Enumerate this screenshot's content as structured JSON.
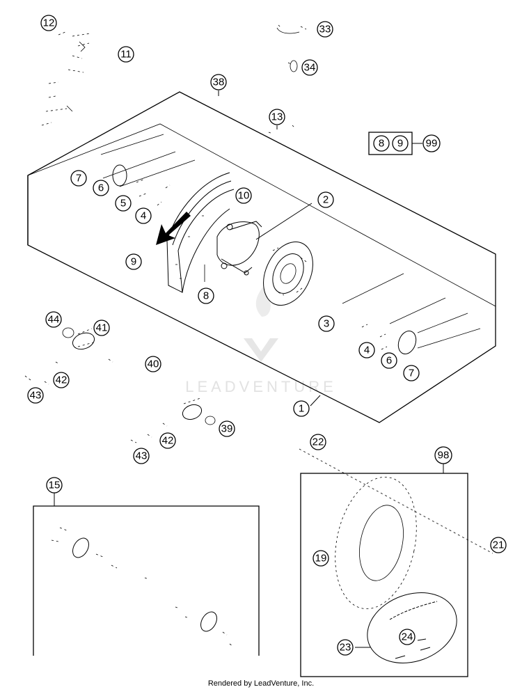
{
  "callouts": {
    "c1": "1",
    "c2": "2",
    "c3": "3",
    "c4a": "4",
    "c4b": "4",
    "c5": "5",
    "c6a": "6",
    "c6b": "6",
    "c7a": "7",
    "c7b": "7",
    "c8a": "8",
    "c8b": "8",
    "c9a": "9",
    "c9b": "9",
    "c10": "10",
    "c11": "11",
    "c12": "12",
    "c13": "13",
    "c15": "15",
    "c19": "19",
    "c21": "21",
    "c22": "22",
    "c23": "23",
    "c24": "24",
    "c33": "33",
    "c34": "34",
    "c38": "38",
    "c39": "39",
    "c40": "40",
    "c41": "41",
    "c42a": "42",
    "c42b": "42",
    "c43a": "43",
    "c43b": "43",
    "c44": "44",
    "c98": "98",
    "c99": "99"
  },
  "watermark": "LEADVENTURE",
  "footer": "Rendered by LeadVenture, Inc.",
  "colors": {
    "line": "#000000",
    "background": "#ffffff",
    "watermark": "#e2e2e2"
  }
}
